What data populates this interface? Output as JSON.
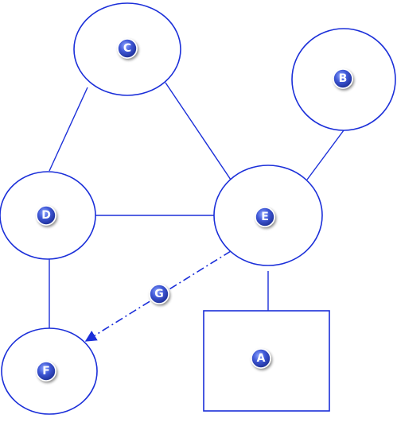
{
  "nodes": {
    "a": {
      "label": "A",
      "shape": "rectangle"
    },
    "b": {
      "label": "B",
      "shape": "ellipse"
    },
    "c": {
      "label": "C",
      "shape": "ellipse"
    },
    "d": {
      "label": "D",
      "shape": "ellipse"
    },
    "e": {
      "label": "E",
      "shape": "ellipse"
    },
    "f": {
      "label": "F",
      "shape": "ellipse"
    }
  },
  "edges": [
    {
      "from": "C",
      "to": "D",
      "style": "solid"
    },
    {
      "from": "C",
      "to": "E",
      "style": "solid"
    },
    {
      "from": "B",
      "to": "E",
      "style": "solid"
    },
    {
      "from": "D",
      "to": "E",
      "style": "solid"
    },
    {
      "from": "D",
      "to": "F",
      "style": "solid"
    },
    {
      "from": "E",
      "to": "A",
      "style": "solid"
    },
    {
      "from": "E",
      "to": "F",
      "style": "dash-dot",
      "arrow": true,
      "label": "G"
    }
  ],
  "edge_label": {
    "g": "G"
  },
  "colors": {
    "line": "#1b2fd9",
    "badge_fill": "#2f45b8",
    "badge_text": "#ffffff"
  }
}
